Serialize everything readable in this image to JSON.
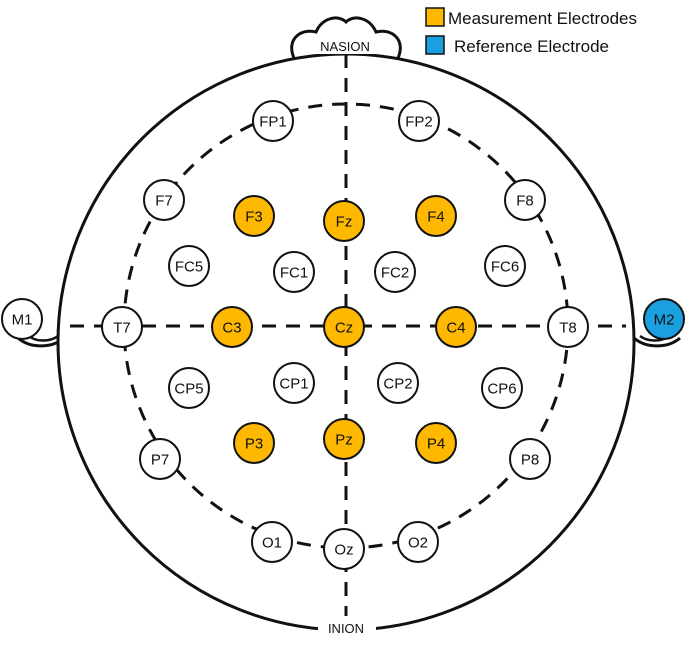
{
  "legend": {
    "measurement": {
      "label": "Measurement Electrodes",
      "color": "#FFB800"
    },
    "reference": {
      "label": "Reference Electrode",
      "color": "#1A9FE0"
    }
  },
  "landmarks": {
    "nasion": "NASION",
    "inion": "INION"
  },
  "colors": {
    "electrode_default": "#FFFFFF",
    "outline": "#111111"
  },
  "electrodes": [
    {
      "id": "fp1",
      "label": "FP1",
      "type": "default"
    },
    {
      "id": "fp2",
      "label": "FP2",
      "type": "default"
    },
    {
      "id": "f7",
      "label": "F7",
      "type": "default"
    },
    {
      "id": "f3",
      "label": "F3",
      "type": "measurement"
    },
    {
      "id": "fz",
      "label": "Fz",
      "type": "measurement"
    },
    {
      "id": "f4",
      "label": "F4",
      "type": "measurement"
    },
    {
      "id": "f8",
      "label": "F8",
      "type": "default"
    },
    {
      "id": "fc5",
      "label": "FC5",
      "type": "default"
    },
    {
      "id": "fc1",
      "label": "FC1",
      "type": "default"
    },
    {
      "id": "fc2",
      "label": "FC2",
      "type": "default"
    },
    {
      "id": "fc6",
      "label": "FC6",
      "type": "default"
    },
    {
      "id": "m1",
      "label": "M1",
      "type": "default"
    },
    {
      "id": "t7",
      "label": "T7",
      "type": "default"
    },
    {
      "id": "c3",
      "label": "C3",
      "type": "measurement"
    },
    {
      "id": "cz",
      "label": "Cz",
      "type": "measurement"
    },
    {
      "id": "c4",
      "label": "C4",
      "type": "measurement"
    },
    {
      "id": "t8",
      "label": "T8",
      "type": "default"
    },
    {
      "id": "m2",
      "label": "M2",
      "type": "reference"
    },
    {
      "id": "cp5",
      "label": "CP5",
      "type": "default"
    },
    {
      "id": "cp1",
      "label": "CP1",
      "type": "default"
    },
    {
      "id": "cp2",
      "label": "CP2",
      "type": "default"
    },
    {
      "id": "cp6",
      "label": "CP6",
      "type": "default"
    },
    {
      "id": "p7",
      "label": "P7",
      "type": "default"
    },
    {
      "id": "p3",
      "label": "P3",
      "type": "measurement"
    },
    {
      "id": "pz",
      "label": "Pz",
      "type": "measurement"
    },
    {
      "id": "p4",
      "label": "P4",
      "type": "measurement"
    },
    {
      "id": "p8",
      "label": "P8",
      "type": "default"
    },
    {
      "id": "o1",
      "label": "O1",
      "type": "default"
    },
    {
      "id": "oz",
      "label": "Oz",
      "type": "default"
    },
    {
      "id": "o2",
      "label": "O2",
      "type": "default"
    }
  ]
}
